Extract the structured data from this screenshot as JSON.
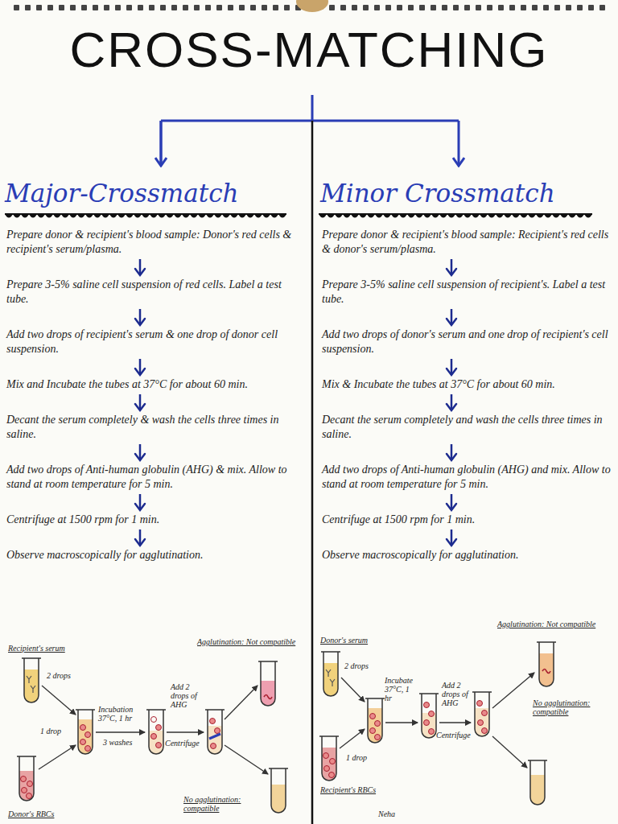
{
  "diagram": {
    "title": "CROSS-MATCHING",
    "nodes": [
      {
        "text": [
          "Major-Crossmatch"
        ]
      },
      {
        "text": [
          "Prepare donor & recipient's blood sample: Donor's red cells & recipient's serum/plasma."
        ]
      },
      {
        "text": [
          "Prepare 3-5% saline cell suspension of red cells. Label a test tube."
        ]
      },
      {
        "text": [
          "Add two drops of recipient's serum & one drop of donor cell suspension."
        ]
      },
      {
        "text": [
          "Mix and Incubate the tubes at 37°C for about 60 min."
        ]
      },
      {
        "text": [
          "Decant the serum completely & wash the cells three times in saline."
        ]
      },
      {
        "text": [
          "Add two drops of Anti-human globulin (AHG) & mix. Allow to stand at room temperature for 5 min."
        ]
      },
      {
        "text": [
          "Centrifuge at 1500 rpm for 1 min."
        ]
      },
      {
        "text": [
          "Observe macroscopically for agglutination."
        ]
      },
      {
        "text": [
          "Minor Crossmatch"
        ]
      },
      {
        "text": [
          "Prepare donor & recipient's blood sample: Recipient's red cells & donor's serum/plasma."
        ]
      },
      {
        "text": [
          "Prepare 3-5% saline cell suspension of recipient's. Label a test tube."
        ]
      },
      {
        "text": [
          "Add two drops of donor's serum and one drop of recipient's cell suspension."
        ]
      },
      {
        "text": [
          "Mix & Incubate the tubes at 37°C for about 60 min."
        ]
      },
      {
        "text": [
          "Decant the serum completely and wash the cells three times in saline."
        ]
      },
      {
        "text": [
          "Add two drops of Anti-human globulin (AHG) and mix. Allow to stand at room temperature for 5 min."
        ]
      },
      {
        "text": [
          "Centrifuge at 1500 rpm for 1 min."
        ]
      },
      {
        "text": [
          "Observe macroscopically for agglutination."
        ]
      }
    ],
    "edges": [
      {
        "from": 1,
        "to": 2,
        "arrow": "to"
      },
      {
        "from": 2,
        "to": 3,
        "arrow": "to"
      },
      {
        "from": 3,
        "to": 4,
        "arrow": "to"
      },
      {
        "from": 4,
        "to": 5,
        "arrow": "to"
      },
      {
        "from": 5,
        "to": 6,
        "arrow": "to"
      },
      {
        "from": 6,
        "to": 7,
        "arrow": "to"
      },
      {
        "from": 7,
        "to": 8,
        "arrow": "to"
      },
      {
        "from": 10,
        "to": 11,
        "arrow": "to"
      },
      {
        "from": 11,
        "to": 12,
        "arrow": "to"
      },
      {
        "from": 12,
        "to": 13,
        "arrow": "to"
      },
      {
        "from": 13,
        "to": 14,
        "arrow": "to"
      },
      {
        "from": 14,
        "to": 15,
        "arrow": "to"
      },
      {
        "from": 15,
        "to": 16,
        "arrow": "to"
      },
      {
        "from": 16,
        "to": 17,
        "arrow": "to"
      }
    ],
    "labels": [
      "Recipient's serum",
      "2 drops",
      "1 drop",
      "Donor's RBCs",
      "Incubation 37°C, 1 hr",
      "3 washes",
      "Add 2 drops of AHG",
      "Centrifuge",
      "Agglutination: Not compatible",
      "No agglutination: compatible",
      "Donor's serum",
      "2 drops",
      "1 drop",
      "Recipient's RBCs",
      "Incubate 37°C, 1 hr",
      "Add 2 drops of AHG",
      "Centrifuge",
      "Agglutination: Not compatible",
      "No agglutination: compatible",
      "Neha"
    ]
  }
}
